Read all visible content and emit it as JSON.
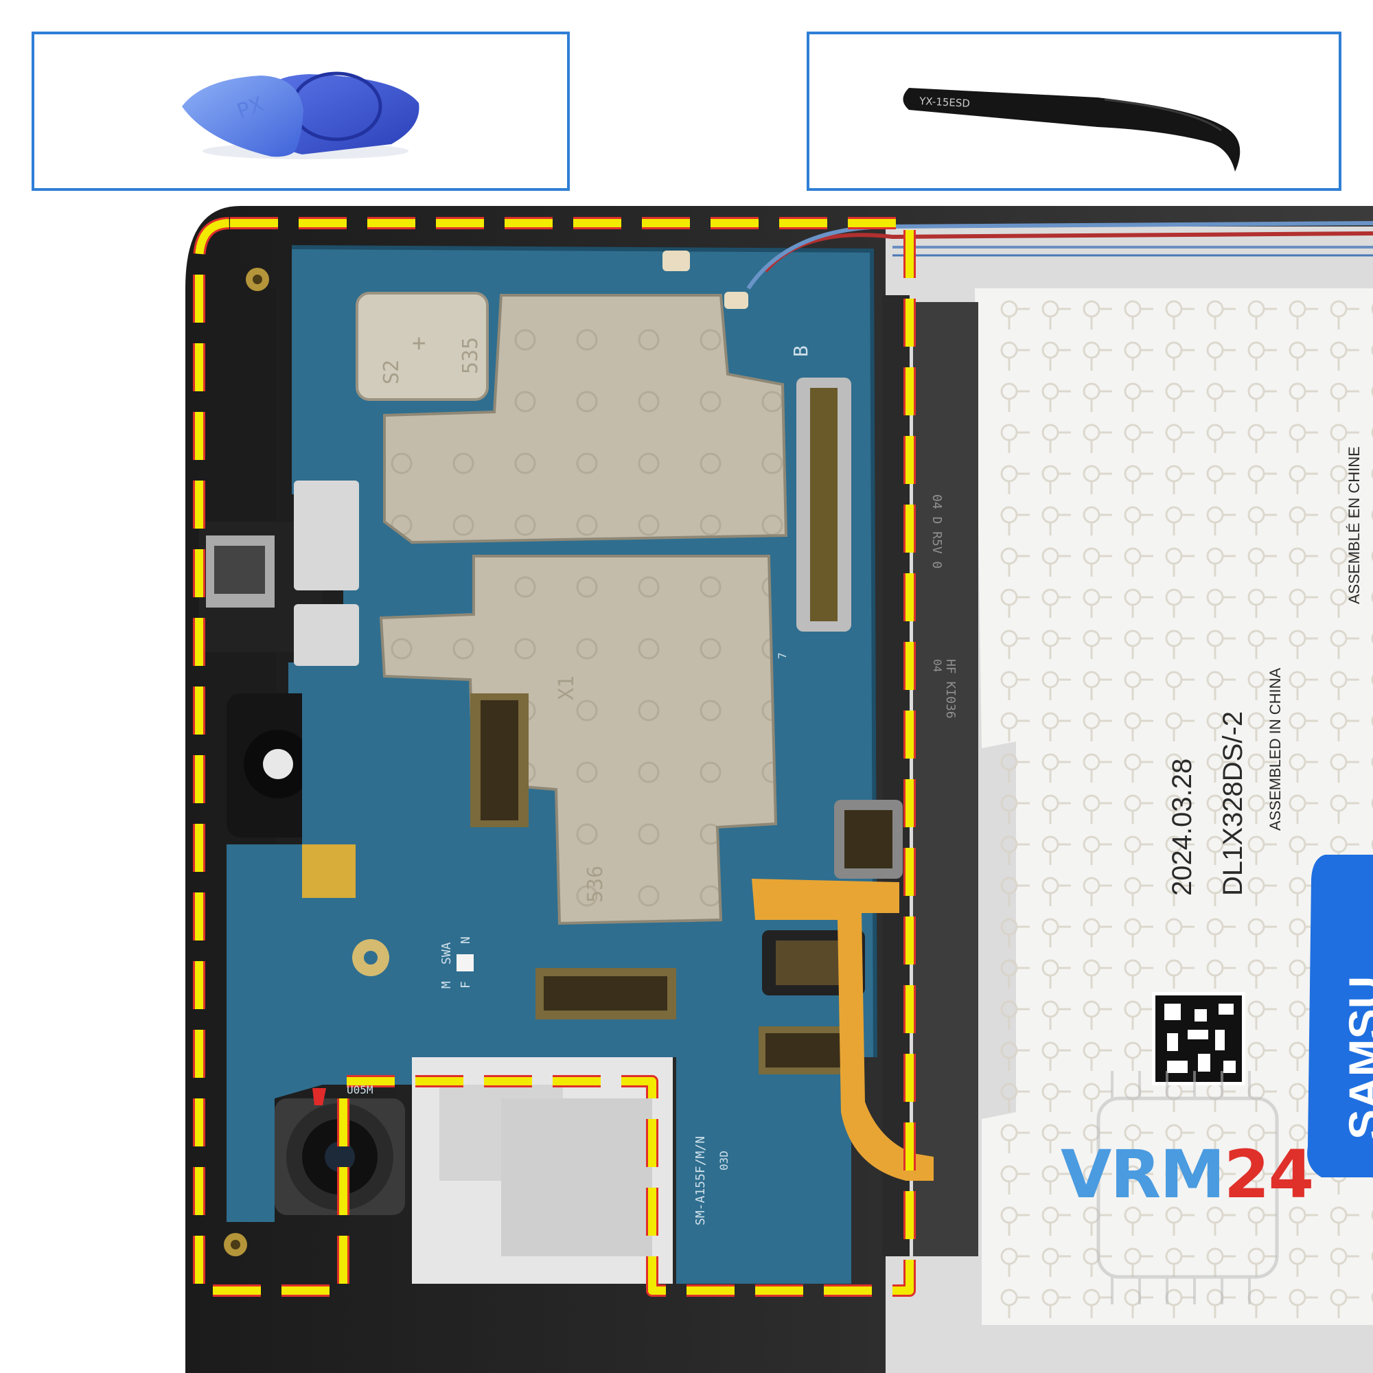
{
  "tools": {
    "left": {
      "icon": "plastic-picks-icon",
      "pick_mark": "PX"
    },
    "right": {
      "icon": "curved-tweezers-icon",
      "tweezer_mark": "YX-15ESD"
    }
  },
  "board": {
    "shield_marks": [
      "S2",
      "+",
      "535",
      "X1",
      "536"
    ],
    "silkscreen": [
      "B",
      "SWA",
      "M",
      "F",
      "N",
      "SM-A155F/M/N",
      "03D",
      "U05M",
      "04 D R5V 0",
      "HF  KI036",
      "04",
      "7"
    ]
  },
  "battery": {
    "date": "2024.03.28",
    "model": "DL1X328DS/-2",
    "assembled_en": "ASSEMBLED IN CHINA",
    "assembled_fr": "ASSEMBLÉ EN CHINE",
    "brand": "SAMSU"
  },
  "watermark": {
    "part1": "VRM",
    "part2": "24"
  },
  "colors": {
    "highlight": "#f2ea00",
    "highlight_edge": "#e0302a",
    "tool_border": "#2f7fd6",
    "pcb": "#2f6e8f",
    "shield": "#bfb7a6",
    "logo_blue": "#4a9be0",
    "logo_red": "#e0302a"
  }
}
